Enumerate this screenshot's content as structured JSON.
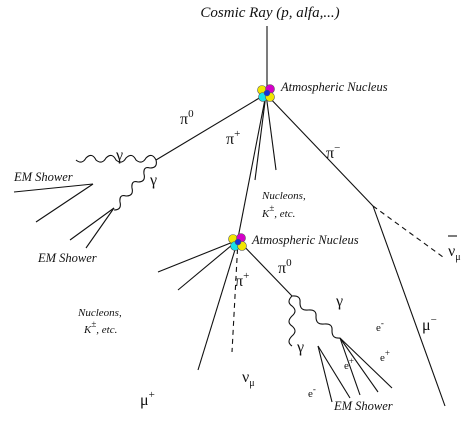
{
  "diagram": {
    "cosmic_ray": "Cosmic Ray (p, alfa,...)",
    "nucleus_label_1": "Atmospheric Nucleus",
    "nucleus_label_2": "Atmospheric Nucleus",
    "pi0_top": "π",
    "pi0_top_sup": "0",
    "piplus_top": "π",
    "piplus_top_sup": "+",
    "piminus": "π",
    "piminus_sup": "−",
    "gamma_1": "γ",
    "gamma_2": "γ",
    "em_shower_1": "EM Shower",
    "em_shower_2": "EM Shower",
    "nucleons_1": "Nucleons,",
    "kaons_1": "K",
    "kaons_1_sup": "±",
    "kaons_1_etc": ", etc.",
    "nubar_mu": "ν",
    "nubar_mu_sub": "μ",
    "piplus_2": "π",
    "piplus_2_sup": "+",
    "pi0_2": "π",
    "pi0_2_sup": "0",
    "nucleons_2": "Nucleons,",
    "kaons_2": "K",
    "kaons_2_sup": "±",
    "kaons_2_etc": ", etc.",
    "gamma_3": "γ",
    "gamma_4": "γ",
    "eminus_1": "e",
    "eminus_1_sup": "-",
    "eplus_1": "e",
    "eplus_1_sup": "+",
    "eplus_2": "e",
    "eplus_2_sup": "+",
    "eminus_2": "e",
    "eminus_2_sup": "-",
    "em_shower_3": "EM Shower",
    "muminus": "μ",
    "muminus_sup": "−",
    "muplus": "μ",
    "muplus_sup": "+",
    "nu_mu": "ν",
    "nu_mu_sub": "μ"
  },
  "colors": {
    "nucleon_yellow": "#f2e600",
    "nucleon_magenta": "#d400c8",
    "nucleon_cyan": "#19e0e8",
    "nucleon_blue": "#1a2fd8"
  }
}
